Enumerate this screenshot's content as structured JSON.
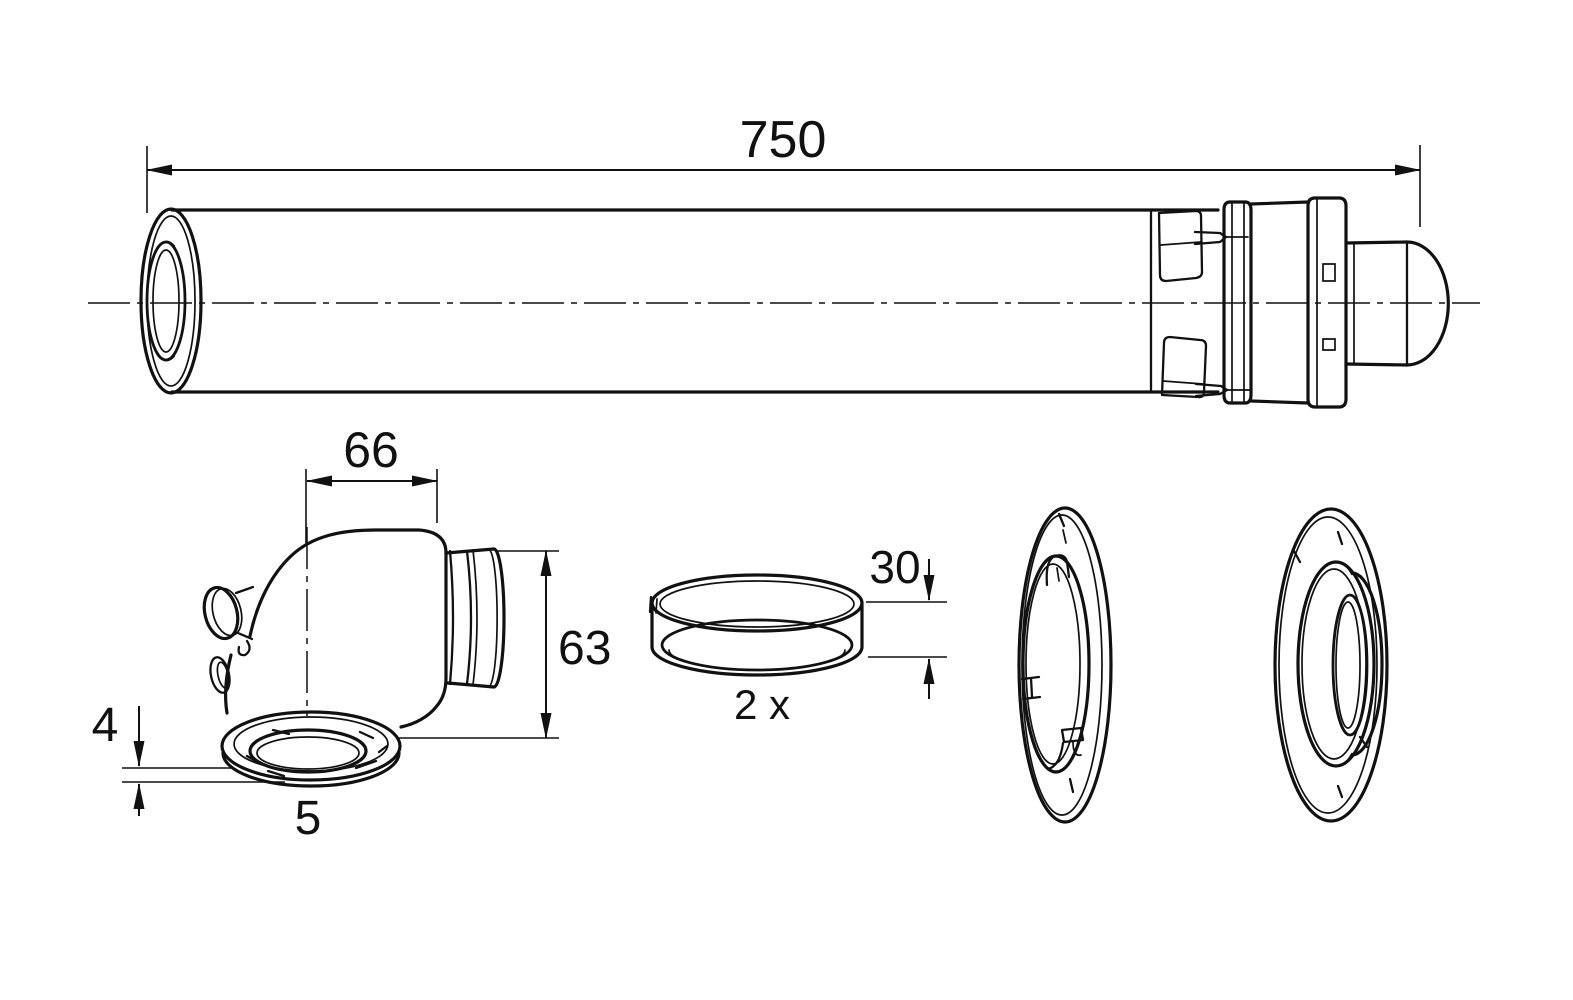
{
  "drawing": {
    "background_color": "#ffffff",
    "line_color": "#111111",
    "labels": {
      "pipe_length": "750",
      "elbow_width": "66",
      "elbow_outlet": "63",
      "flange_thickness": "4",
      "flange_lip": "5",
      "ring_height": "30",
      "ring_quantity": "2 x"
    }
  }
}
